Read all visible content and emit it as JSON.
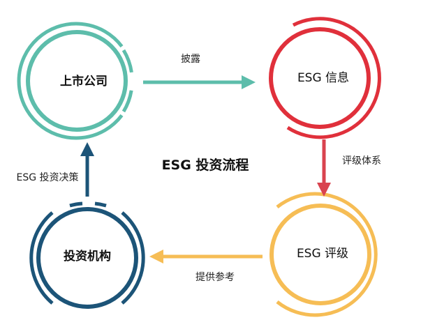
{
  "title": "ESG 投资流程",
  "nodes": [
    {
      "id": "listed",
      "label": "上市公司",
      "color": "#5dbdab",
      "bold": true
    },
    {
      "id": "info",
      "label": "ESG 信息",
      "color": "#e0303b",
      "bold": false
    },
    {
      "id": "rating",
      "label": "ESG 评级",
      "color": "#f6bd55",
      "bold": false
    },
    {
      "id": "investor",
      "label": "投资机构",
      "color": "#1c5478",
      "bold": true
    }
  ],
  "edges": [
    {
      "from": "listed",
      "to": "info",
      "label": "披露",
      "color": "#5dbdab"
    },
    {
      "from": "info",
      "to": "rating",
      "label": "评级体系",
      "color": "#d9434f"
    },
    {
      "from": "rating",
      "to": "investor",
      "label": "提供参考",
      "color": "#f6bd55"
    },
    {
      "from": "investor",
      "to": "listed",
      "label": "ESG 投资决策",
      "color": "#1c5478"
    }
  ]
}
